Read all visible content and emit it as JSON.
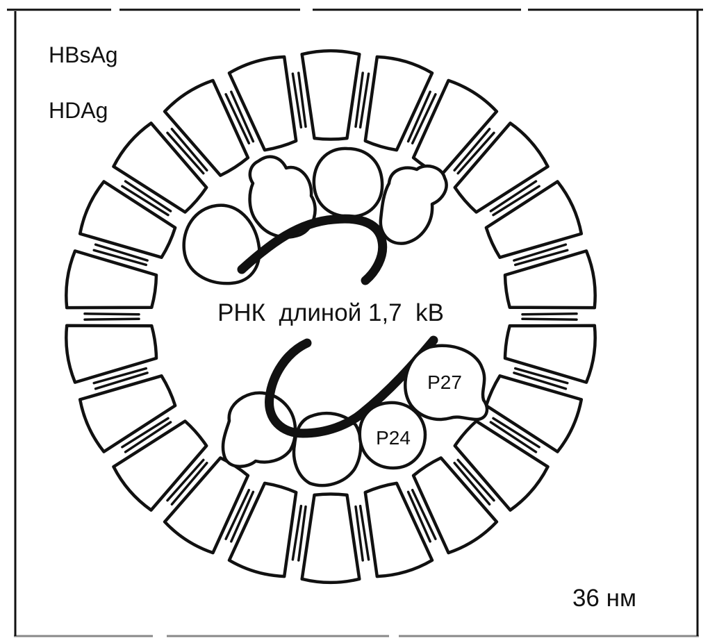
{
  "legend": {
    "surface_antigen": "HBsAg",
    "delta_antigen": "HDAg"
  },
  "center_label": "РНК  длиной 1,7  kB",
  "proteins": {
    "p27": "P27",
    "p24": "P24"
  },
  "size_label": "36 нм",
  "surface_subunit_count": 22
}
